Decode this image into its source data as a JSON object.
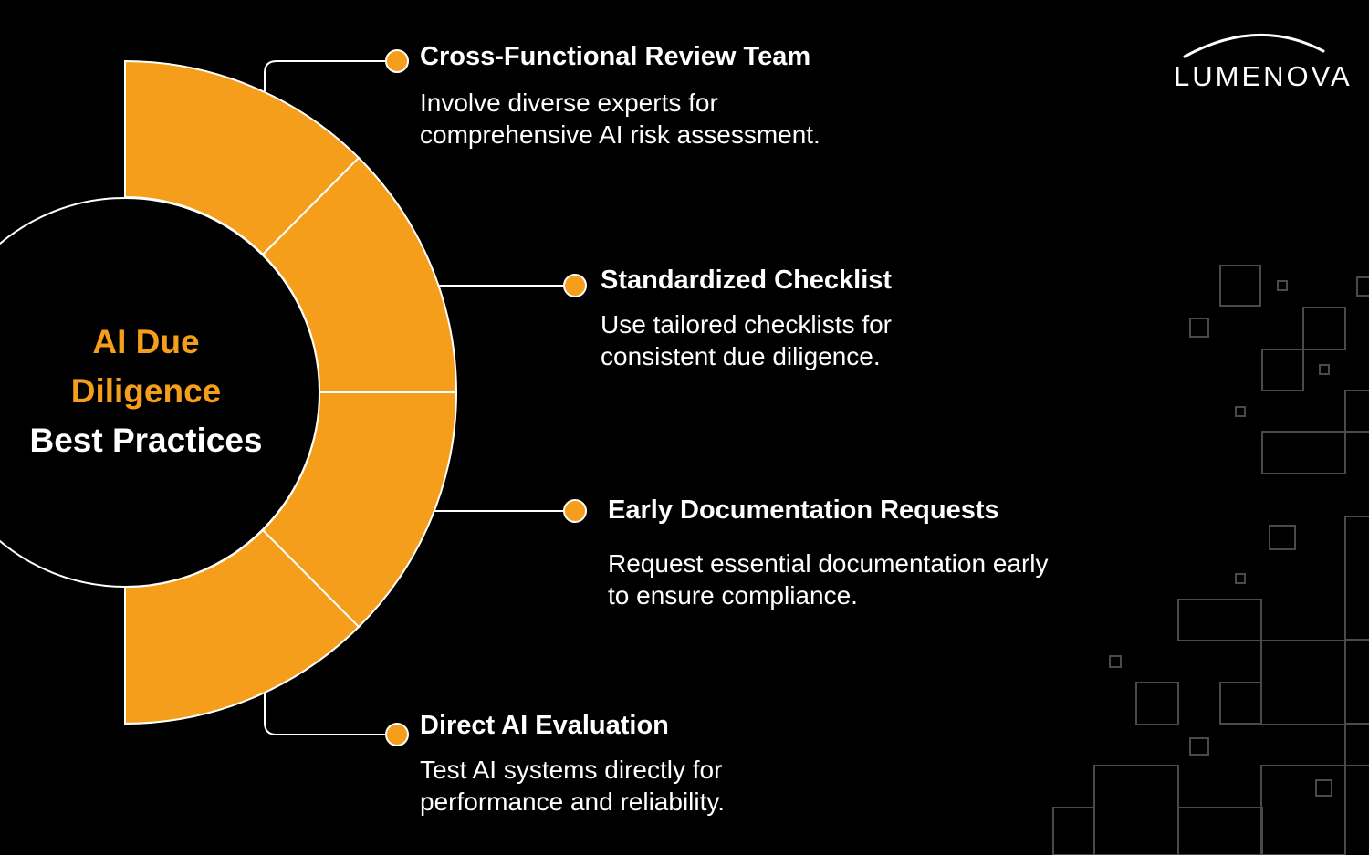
{
  "logo": {
    "text": "LUMENOVA"
  },
  "center": {
    "line1": "AI Due",
    "line2": "Diligence",
    "line3": "Best Practices"
  },
  "items": [
    {
      "title": "Cross-Functional Review Team",
      "description": "Involve diverse experts for comprehensive AI risk assessment."
    },
    {
      "title": "Standardized Checklist",
      "description": "Use tailored checklists for consistent due diligence."
    },
    {
      "title": "Early Documentation Requests",
      "description": "Request essential documentation early to ensure compliance."
    },
    {
      "title": "Direct AI Evaluation",
      "description": "Test AI systems directly for performance and reliability."
    }
  ],
  "colors": {
    "accent": "#F59E1B",
    "background": "#000000",
    "text": "#ffffff",
    "line": "#ffffff",
    "pattern": "#4a4a4a"
  }
}
